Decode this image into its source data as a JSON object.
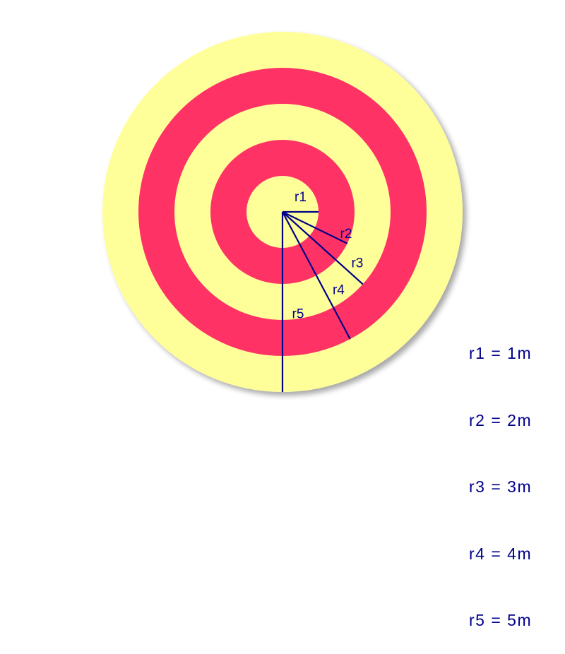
{
  "colors": {
    "yellow_ring": "#FFFF99",
    "red_ring": "#FF3366",
    "lines_and_text": "#00008B",
    "shadow": "#BBBBBB"
  },
  "radii": [
    {
      "label": "r1",
      "value_m": 1
    },
    {
      "label": "r2",
      "value_m": 2
    },
    {
      "label": "r3",
      "value_m": 3
    },
    {
      "label": "r4",
      "value_m": 4
    },
    {
      "label": "r5",
      "value_m": 5
    }
  ],
  "legend": [
    "r1 = 1m",
    "r2 = 2m",
    "r3 = 3m",
    "r4 = 4m",
    "r5 = 5m"
  ]
}
